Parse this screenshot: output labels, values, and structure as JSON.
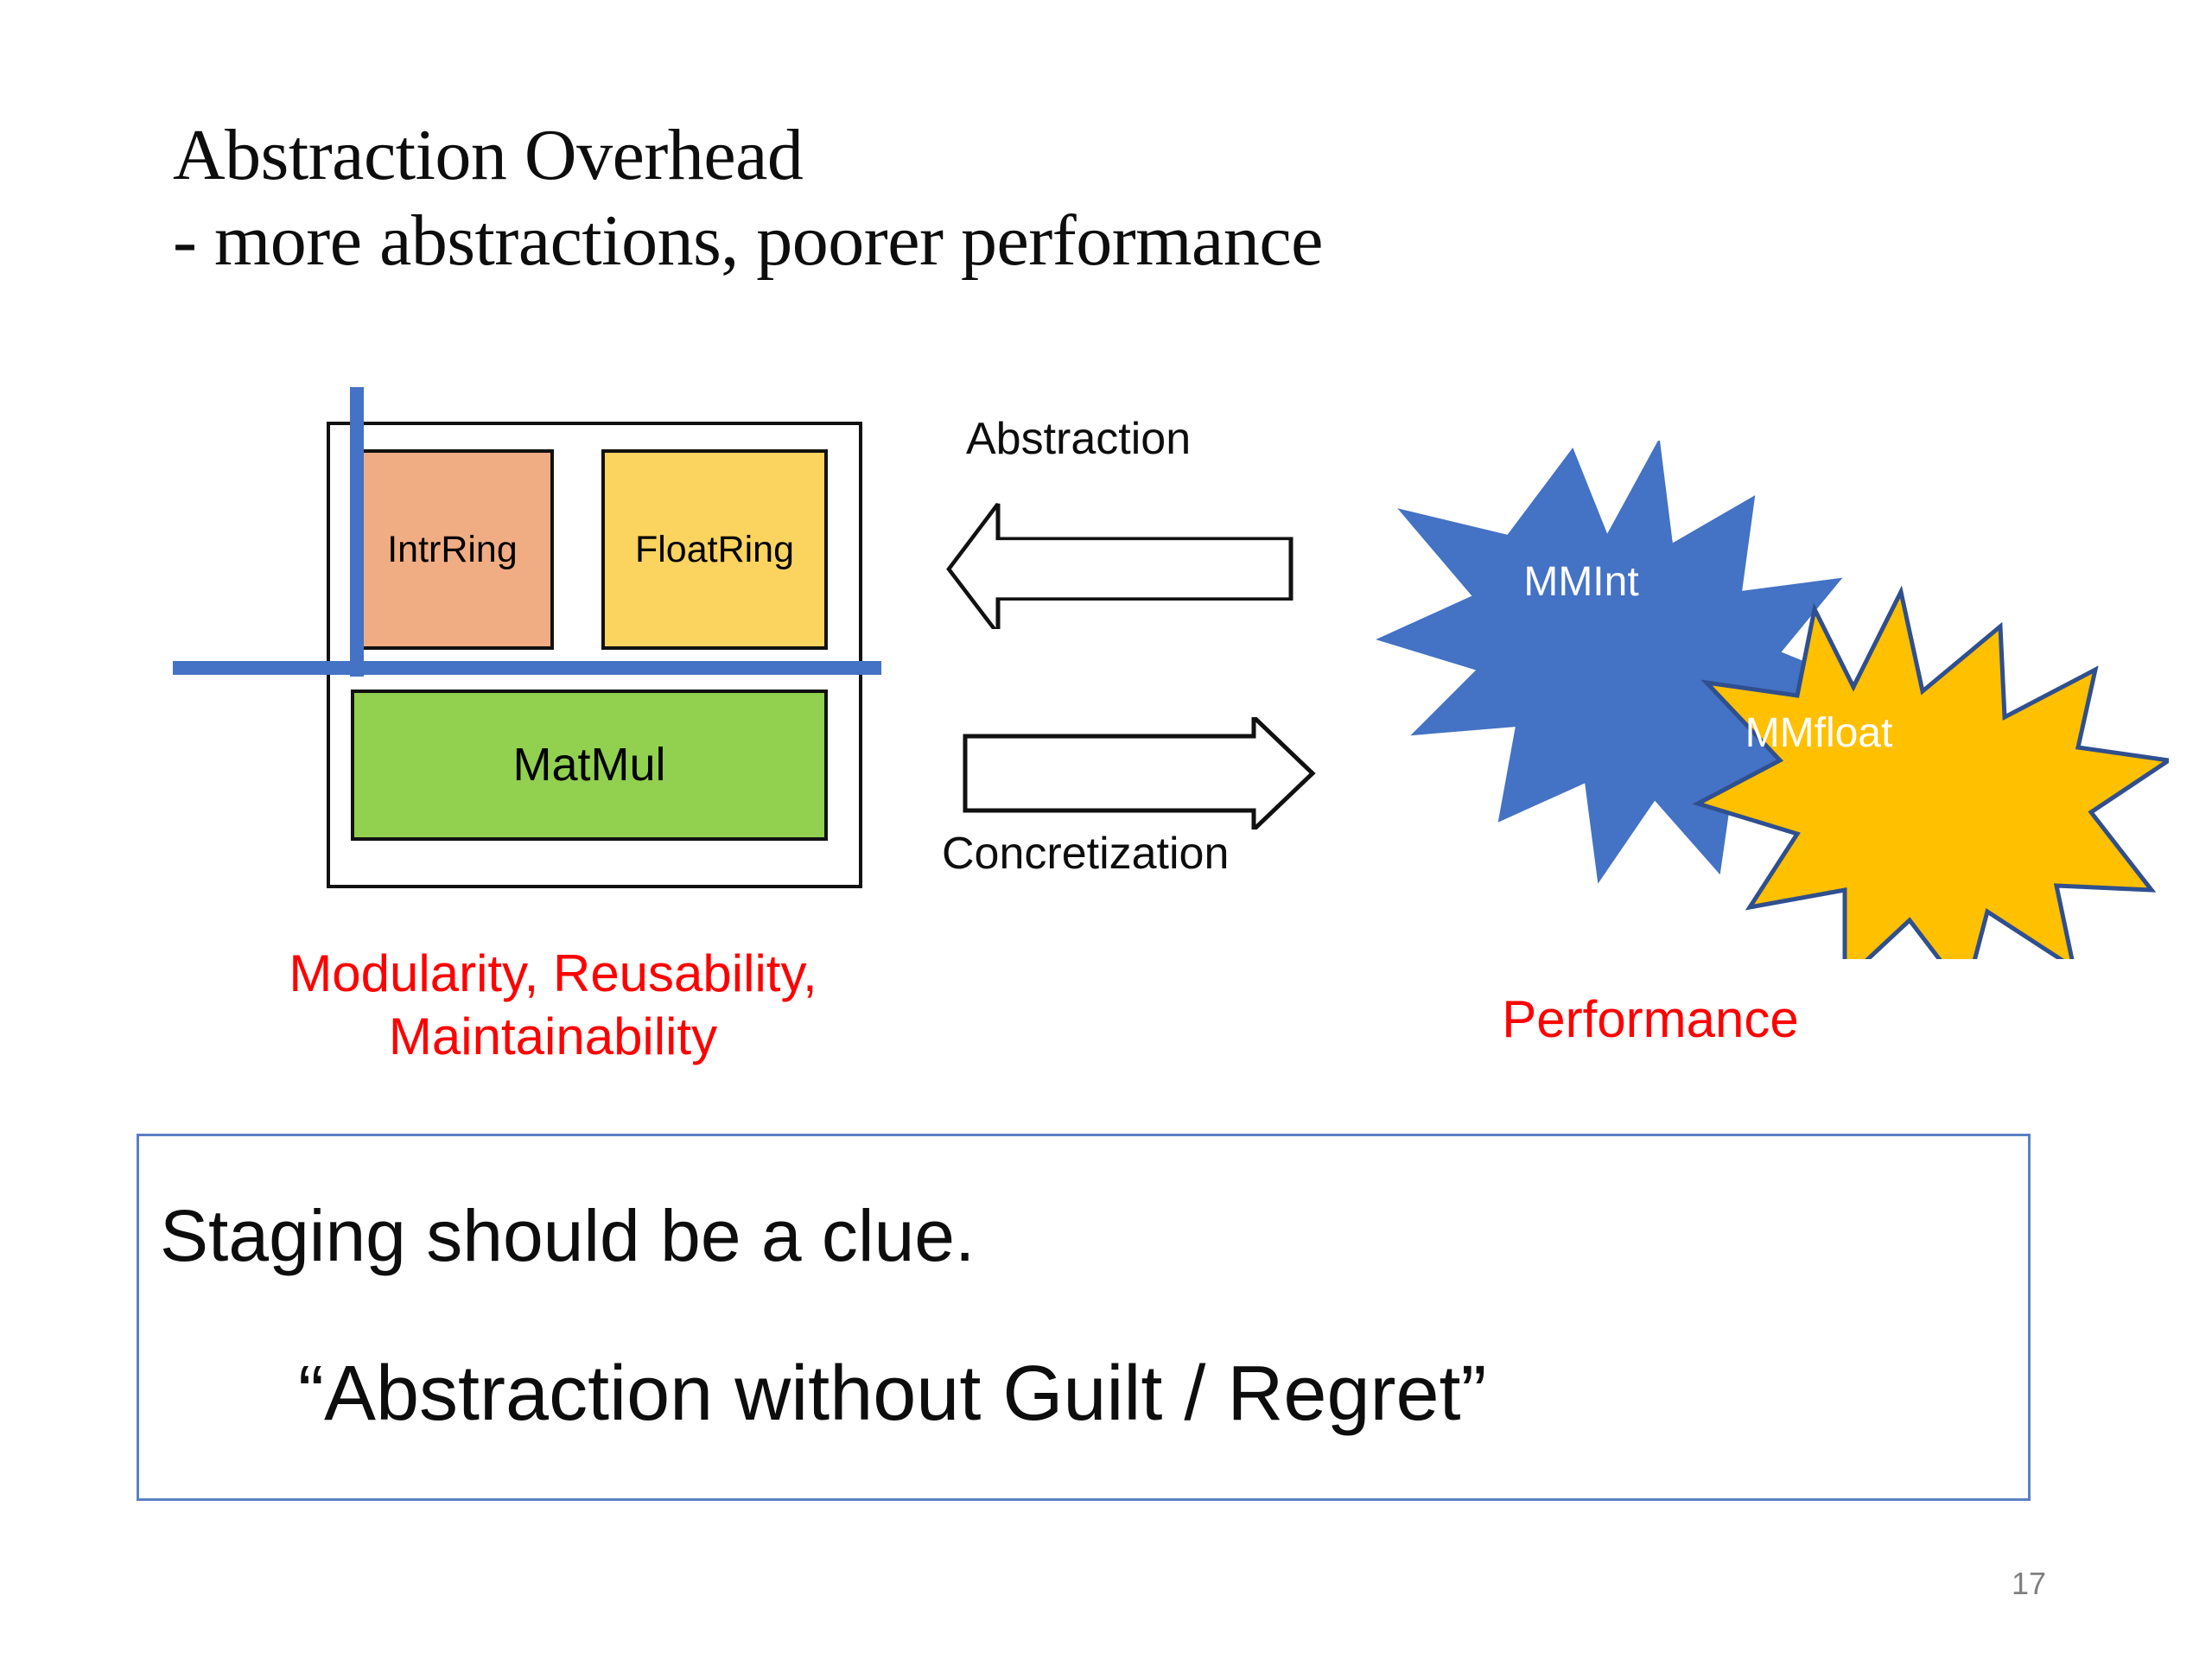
{
  "slide": {
    "title_line_1": "Abstraction Overhead",
    "title_line_2": "- more abstractions, poorer performance",
    "page_number": "17"
  },
  "module_diagram": {
    "boxes": [
      {
        "label": "IntrRing",
        "color": "#F0AC83",
        "name": "intring"
      },
      {
        "label": "FloatRing",
        "color": "#FBD35F",
        "name": "floatring"
      },
      {
        "label": "MatMul",
        "color": "#92D050",
        "name": "matmul"
      }
    ],
    "staging_line_color": "#4472C4"
  },
  "arrows": {
    "abstraction_label": "Abstraction",
    "concretization_label": "Concretization"
  },
  "stars": [
    {
      "label": "MMInt",
      "color": "#4472C4",
      "name": "mmint"
    },
    {
      "label": "MMfloat",
      "color": "#FFC000",
      "name": "mmfloat"
    }
  ],
  "captions": {
    "left_line_1": "Modularity, Reusability,",
    "left_line_2": "Maintainability",
    "right": "Performance",
    "color": "#FF0000"
  },
  "callout": {
    "line_1": "Staging should be a clue.",
    "line_2": "“Abstraction without Guilt / Regret”",
    "border_color": "#5B7FC4"
  }
}
